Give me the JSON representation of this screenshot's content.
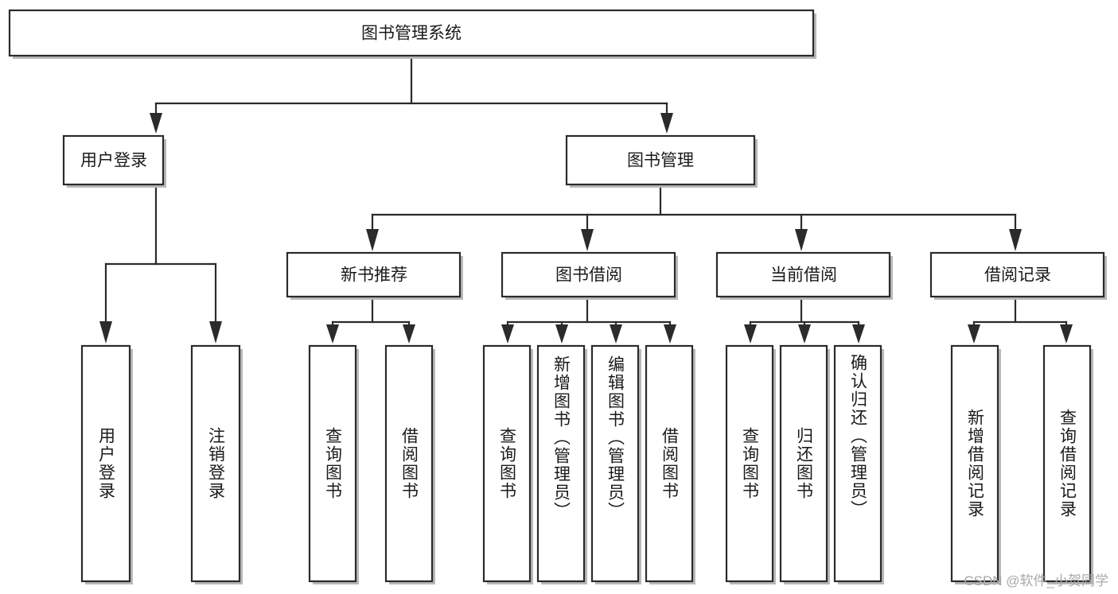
{
  "diagram": {
    "type": "tree",
    "title_node": {
      "label": "图书管理系统"
    },
    "level1": [
      {
        "label": "用户登录"
      },
      {
        "label": "图书管理"
      }
    ],
    "level2": [
      {
        "label": "新书推荐"
      },
      {
        "label": "图书借阅"
      },
      {
        "label": "当前借阅"
      },
      {
        "label": "借阅记录"
      }
    ],
    "leaves": {
      "user_login": [
        {
          "label": "用户登录"
        },
        {
          "label": "注销登录"
        }
      ],
      "new_book_recommend": [
        {
          "label": "查询图书"
        },
        {
          "label": "借阅图书"
        }
      ],
      "book_borrow": [
        {
          "label": "查询图书"
        },
        {
          "label": "新增图书（管理员）"
        },
        {
          "label": "编辑图书（管理员）"
        },
        {
          "label": "借阅图书"
        }
      ],
      "current_borrow": [
        {
          "label": "查询图书"
        },
        {
          "label": "归还图书"
        },
        {
          "label": "确认归还（管理员）"
        }
      ],
      "borrow_record": [
        {
          "label": "新增借阅记录"
        },
        {
          "label": "查询借阅记录"
        }
      ]
    }
  },
  "watermark": {
    "text": "CSDN @软件_小贺同学"
  },
  "colors": {
    "stroke": "#2b2b2b",
    "fill": "#ffffff",
    "shadow": "#b9b9b9",
    "text": "#1a1a1a",
    "watermark": "#a8a8a8"
  }
}
